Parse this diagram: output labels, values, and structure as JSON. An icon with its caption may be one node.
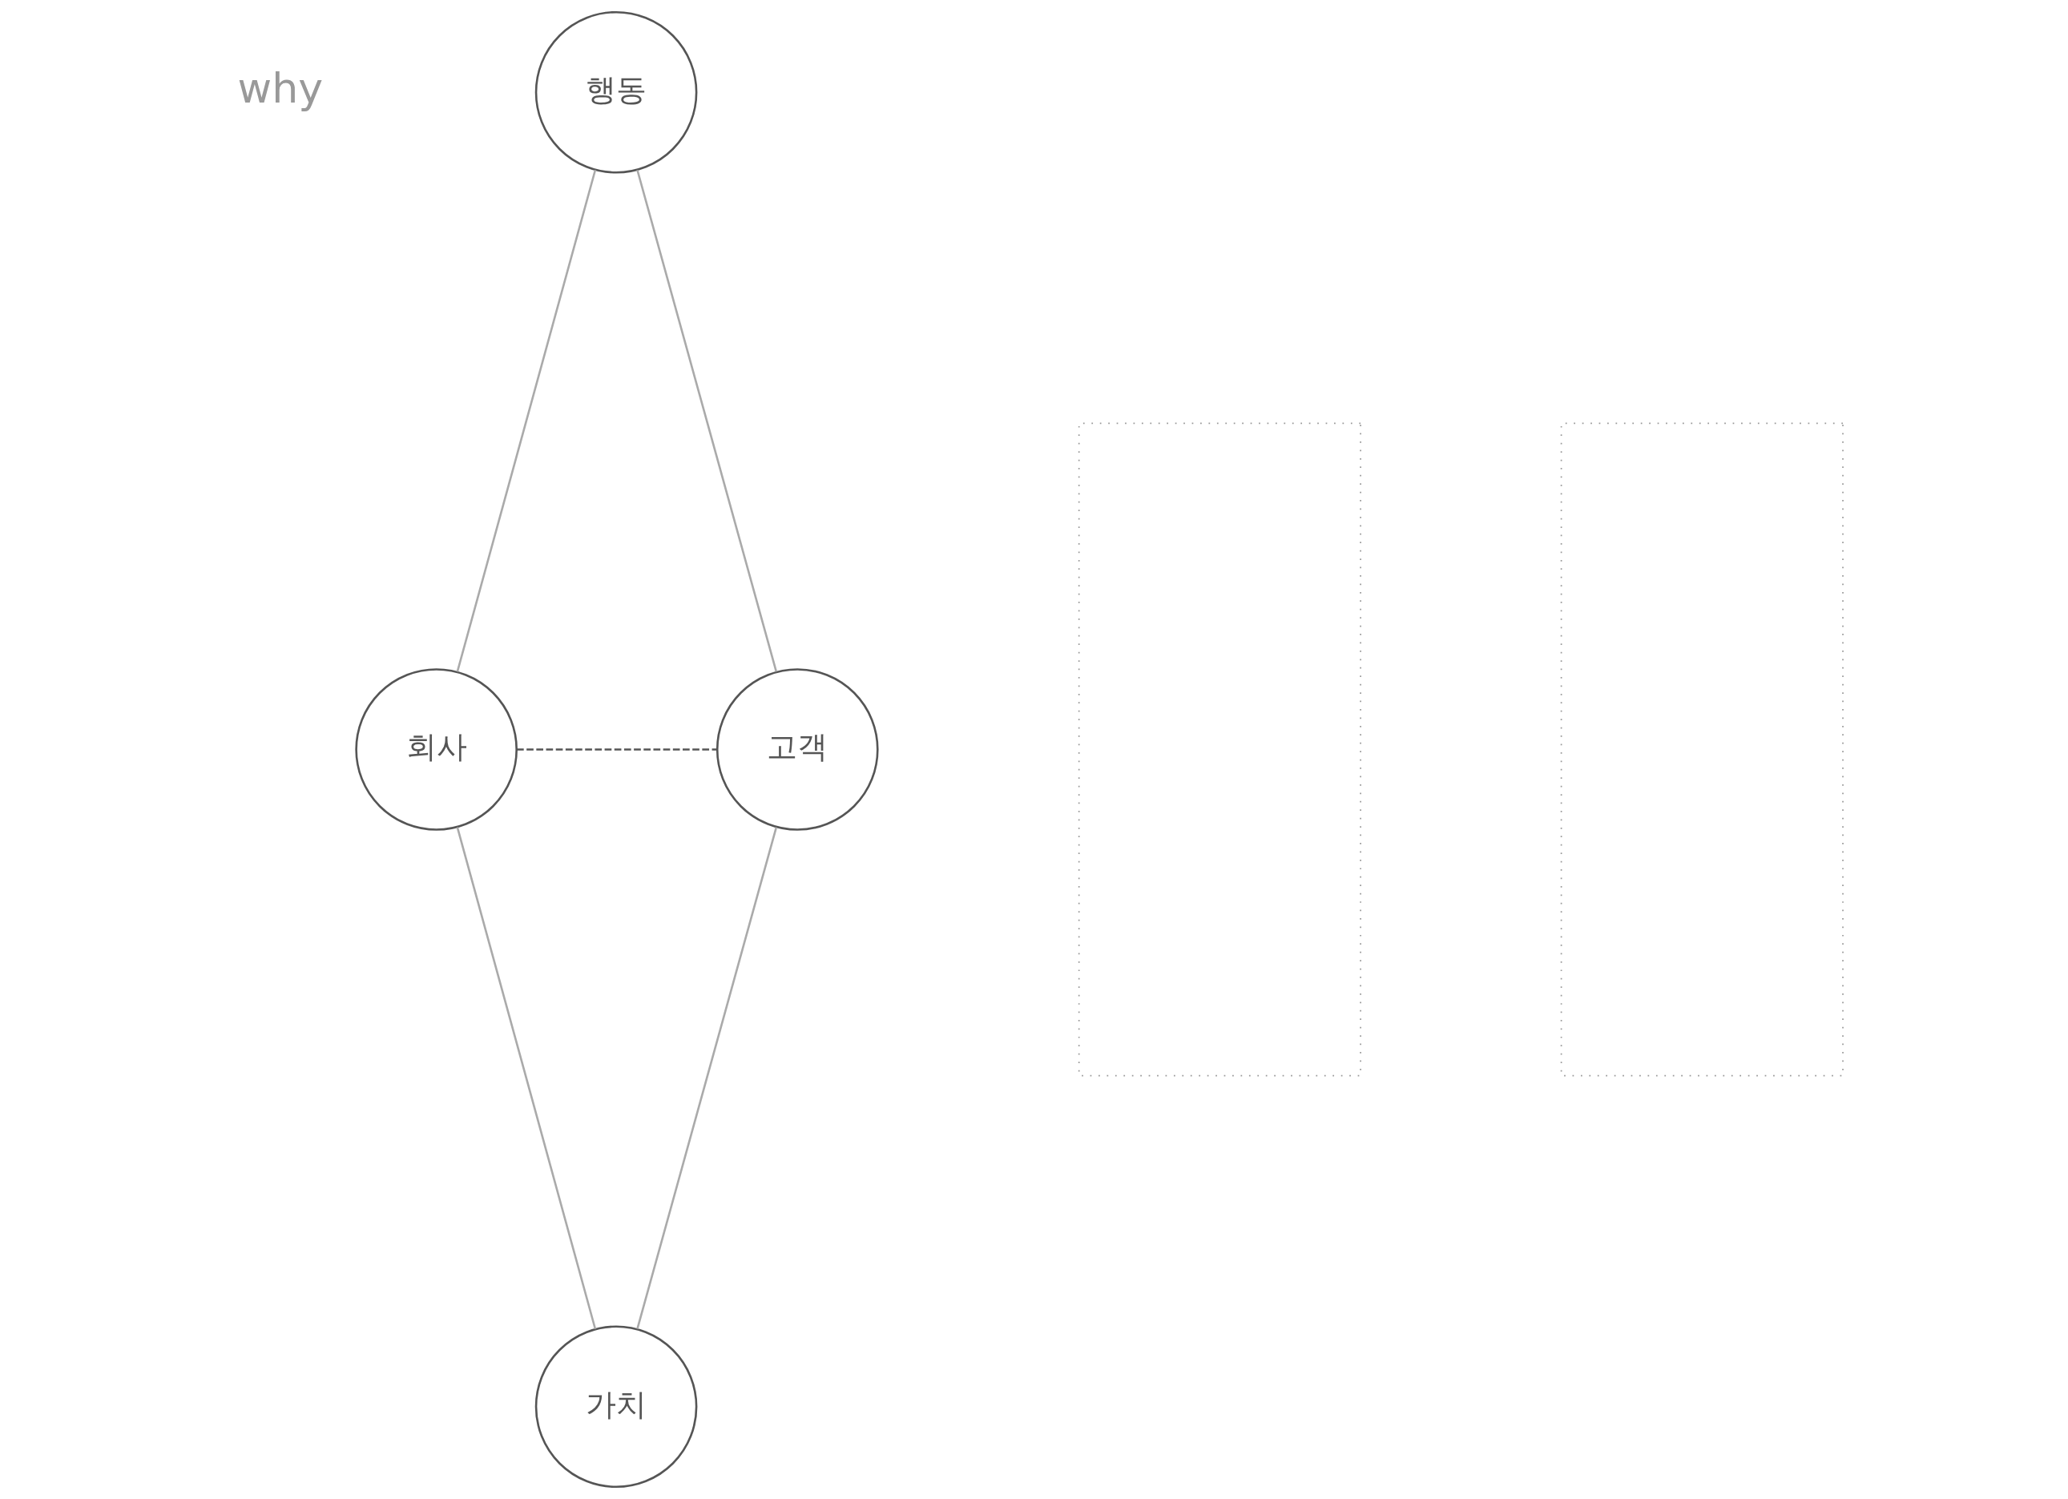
{
  "diagram": {
    "nodes": [
      {
        "text": [
          "행동"
        ]
      },
      {
        "text": [],
        "shape": "box"
      },
      {
        "text": [],
        "shape": "box"
      },
      {
        "text": [
          "회사"
        ]
      },
      {
        "text": [
          "고객"
        ]
      },
      {
        "text": [
          "가치"
        ]
      }
    ],
    "edges": [
      {
        "from": 0,
        "to": 3,
        "arrow": "none"
      },
      {
        "from": 0,
        "to": 4,
        "arrow": "none"
      },
      {
        "from": 3,
        "to": 5,
        "arrow": "none"
      },
      {
        "from": 4,
        "to": 5,
        "arrow": "none"
      },
      {
        "from": 3,
        "to": 4,
        "arrow": "none",
        "style": "dashed",
        "color": "#555555"
      }
    ],
    "labels": [
      "why"
    ]
  }
}
